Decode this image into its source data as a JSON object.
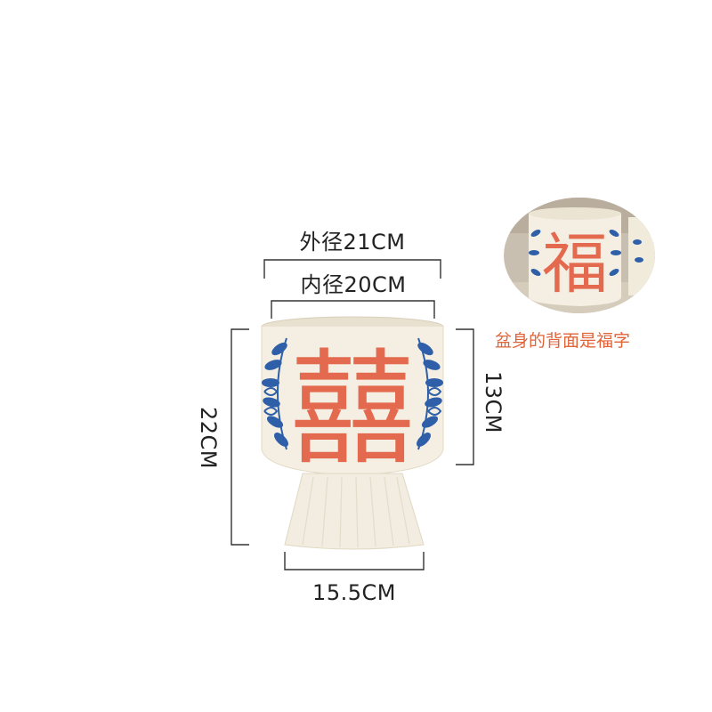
{
  "dimensions": {
    "outer_diameter": "外径21CM",
    "inner_diameter": "内径20CM",
    "total_height": "22CM",
    "bowl_height": "13CM",
    "base_diameter": "15.5CM"
  },
  "inset_note": "盆身的背面是福字",
  "product": {
    "front_character": "囍",
    "back_character": "福"
  },
  "colors": {
    "ceramic": "#f4efe2",
    "red_glaze": "#e36a4e",
    "blue_glaze": "#2e5fa8",
    "note_text": "#e0643a",
    "dimension_line": "#333333"
  }
}
